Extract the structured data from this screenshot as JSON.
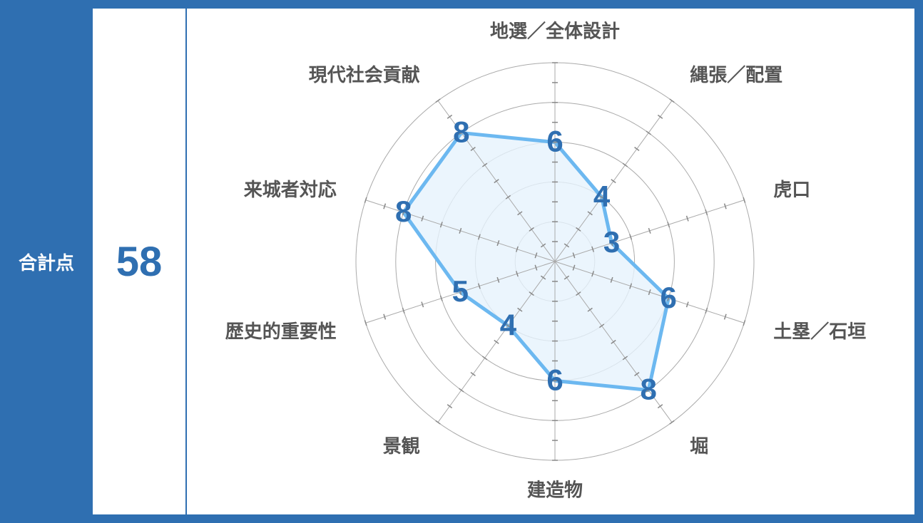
{
  "summary": {
    "label": "合計点",
    "total": "58"
  },
  "chart_data": {
    "type": "radar",
    "categories": [
      "地選／全体設計",
      "縄張／配置",
      "虎口",
      "土塁／石垣",
      "堀",
      "建造物",
      "景観",
      "歴史的重要性",
      "来城者対応",
      "現代社会貢献"
    ],
    "values": [
      6,
      4,
      3,
      6,
      8,
      6,
      4,
      5,
      8,
      8
    ],
    "value_labels": [
      "6",
      "4",
      "3",
      "6",
      "8",
      "6",
      "4",
      "5",
      "8",
      "8"
    ],
    "range": [
      0,
      10
    ],
    "rings": [
      2,
      4,
      6,
      8,
      10
    ],
    "colors": {
      "line": "#6cb8f0",
      "fill": "#e6f3fc",
      "value_text": "#2f6fb1",
      "grid": "#aaaaaa",
      "label": "#555555"
    }
  }
}
